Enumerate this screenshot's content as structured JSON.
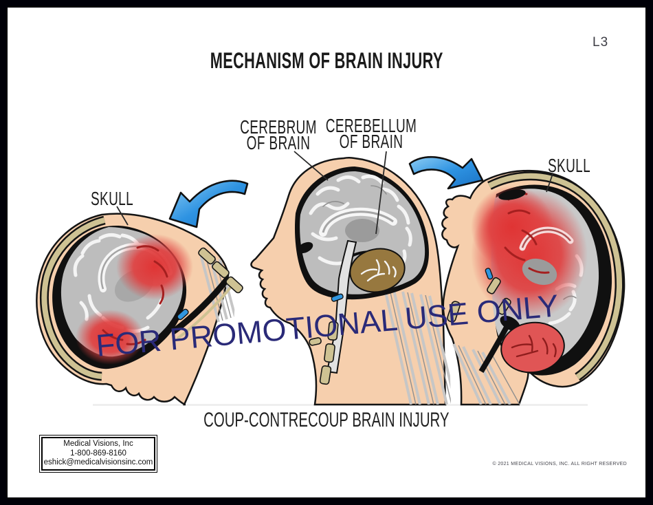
{
  "page": {
    "code": "L3",
    "title": "MECHANISM OF BRAIN INJURY",
    "caption": "COUP-CONTRECOUP BRAIN INJURY",
    "watermark": "FOR PROMOTIONAL USE ONLY",
    "copyright": "© 2021 MEDICAL VISIONS, INC. ALL RIGHT RESERVED"
  },
  "labels": {
    "cerebrum": "CEREBRUM OF BRAIN",
    "cerebellum": "CEREBELLUM OF BRAIN",
    "skull_left": "SKULL",
    "skull_right": "SKULL"
  },
  "contact": {
    "company": "Medical Visions, Inc",
    "phone": "1-800-869-8160",
    "email": "eshick@medicalvisionsinc.com"
  },
  "icons": {
    "arrow_left": "curved-arrow-left-icon",
    "arrow_right": "curved-arrow-right-icon"
  },
  "colors": {
    "skin": "#f6cfad",
    "bone": "#cec293",
    "brain_gray": "#bdbdbd",
    "cerebellum_brown": "#97783f",
    "injury_red": "#e23a3a",
    "arrow_blue": "#2f96e0",
    "watermark_navy": "#2a2a78",
    "page_border": "#000008"
  }
}
